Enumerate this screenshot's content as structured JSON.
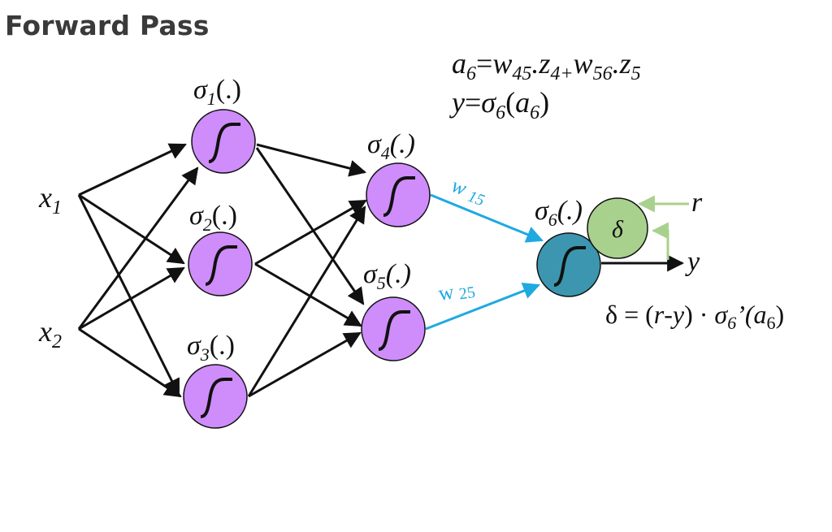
{
  "title": "Forward Pass",
  "colors": {
    "hidden_node": "#cf8cfb",
    "output_node": "#3c96b0",
    "delta_node": "#a9d18e",
    "arrow": "#111111",
    "weight_arrow": "#1fa9e1",
    "feedback_arrow": "#a9d18e"
  },
  "inputs": [
    {
      "base": "x",
      "sub": "1"
    },
    {
      "base": "x",
      "sub": "2"
    }
  ],
  "hidden_labels": [
    {
      "sym": "σ",
      "sub": "1",
      "tail": "(.)"
    },
    {
      "sym": "σ",
      "sub": "2",
      "tail": "(.)"
    },
    {
      "sym": "σ",
      "sub": "3",
      "tail": "(.)"
    },
    {
      "sym": "σ",
      "sub": "4",
      "tail": "(.)"
    },
    {
      "sym": "σ",
      "sub": "5",
      "tail": "(.)"
    }
  ],
  "output_label": {
    "sym": "σ",
    "sub": "6",
    "tail": "(.)"
  },
  "weights": [
    {
      "base": "w",
      "sub": "15"
    },
    {
      "base": "w",
      "sub": "25"
    }
  ],
  "delta_symbol": "δ",
  "target_label": "r",
  "output_value_label": "y",
  "equation_a6": {
    "lhs": "a",
    "lhs_sub": "6",
    "eq": "=",
    "t1": "w",
    "t1_sub": "45",
    "dot1": ".",
    "t2": "z",
    "t2_sub": "4+",
    "t3": "w",
    "t3_sub": "56",
    "dot2": ".",
    "t4": "z",
    "t4_sub": "5"
  },
  "equation_y": {
    "lhs": "y",
    "eq": "=",
    "fn": "σ",
    "fn_sub": "6",
    "open": "(",
    "arg": "a",
    "arg_sub": "6",
    "close": ")"
  },
  "equation_delta": {
    "lhs": "δ",
    "eq": " = (",
    "r": "r",
    "minus": "-",
    "y": "y",
    "mid": ") · ",
    "fn": "σ",
    "fn_sub": "6",
    "prime": "’(",
    "arg": "a",
    "arg_sub": "6",
    "close": ")"
  }
}
